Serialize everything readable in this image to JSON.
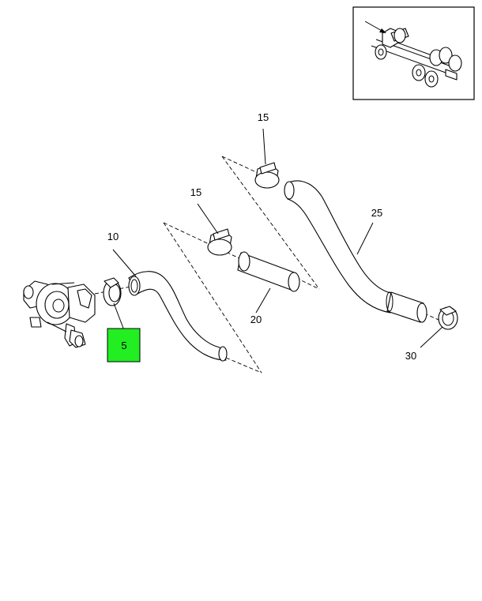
{
  "callouts": {
    "c5": "5",
    "c10": "10",
    "c15a": "15",
    "c15b": "15",
    "c20": "20",
    "c25": "25",
    "c30": "30"
  },
  "highlight_color": "#22ee22",
  "icons": {
    "inset": "truck-chassis-locator-icon",
    "turbo": "turbocharger-icon",
    "clamp": "hose-clamp-icon",
    "hose": "hose-icon",
    "tube": "straight-hose-icon"
  }
}
